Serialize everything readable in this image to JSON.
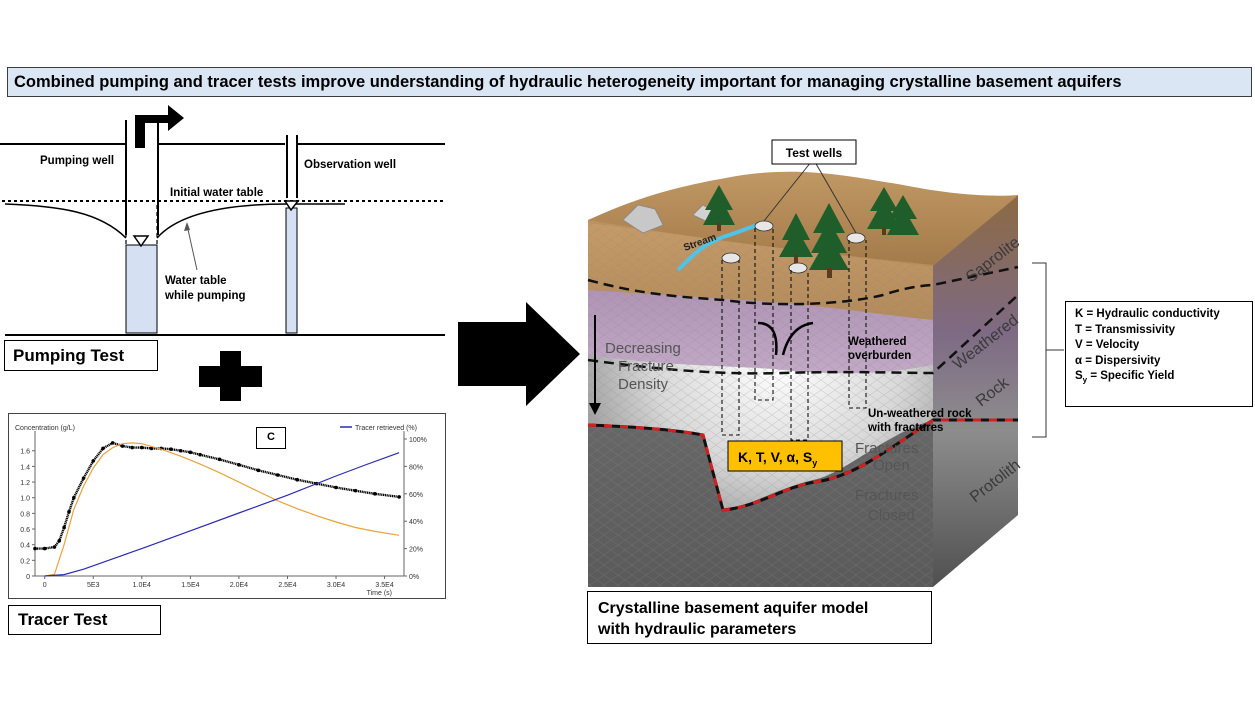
{
  "title": "Combined pumping and tracer tests improve understanding of hydraulic heterogeneity important for managing crystalline basement aquifers",
  "pumping": {
    "pumping_well": "Pumping well",
    "observation_well": "Observation well",
    "initial_water_table": "Initial water table",
    "water_table_line1": "Water table",
    "water_table_line2": "while pumping",
    "label": "Pumping Test"
  },
  "tracer": {
    "label": "Tracer Test",
    "panel_letter": "C"
  },
  "model": {
    "test_wells": "Test wells",
    "stream": "Stream",
    "saprolite": "Saprolite",
    "weathered_rock_1": "Weathered",
    "weathered_rock_2": "Rock",
    "protolith": "Protolith",
    "decreasing_1": "Decreasing",
    "decreasing_2": "Fracture",
    "decreasing_3": "Density",
    "weathered_overburden_1": "Weathered",
    "weathered_overburden_2": "overburden",
    "unweathered_1": "Un-weathered rock",
    "unweathered_2": "with fractures",
    "fractures_open_1": "Fractures",
    "fractures_open_2": "Open",
    "fractures_closed_1": "Fractures",
    "fractures_closed_2": "Closed",
    "parameters_label": "K, T, V, α, S",
    "parameters_sub": "y",
    "caption_line1": "Crystalline basement aquifer model",
    "caption_line2": "with hydraulic parameters"
  },
  "legend": {
    "items": [
      {
        "sym": "K",
        "sub": "",
        "text": " = Hydraulic conductivity"
      },
      {
        "sym": "T",
        "sub": "",
        "text": " = Transmissivity"
      },
      {
        "sym": "V",
        "sub": "",
        "text": " = Velocity"
      },
      {
        "sym": "α",
        "sub": "",
        "text": " = Dispersivity"
      },
      {
        "sym": "S",
        "sub": "y",
        "text": " = Specific Yield"
      }
    ]
  },
  "chart_data": {
    "type": "line",
    "xlabel": "Time (s)",
    "ylabel_left": "Concentration (g/L)",
    "ylabel_right": "",
    "xlim": [
      -1000,
      37000
    ],
    "ylim_left": [
      0,
      1.75
    ],
    "ylim_right": [
      0,
      100
    ],
    "x_ticks": [
      "0",
      "5E3",
      "1.0E4",
      "1.5E4",
      "2.0E4",
      "2.5E4",
      "3.0E4",
      "3.5E4"
    ],
    "x_tick_values": [
      0,
      5000,
      10000,
      15000,
      20000,
      25000,
      30000,
      35000
    ],
    "y_ticks_left": [
      "0",
      "0.2",
      "0.4",
      "0.6",
      "0.8",
      "1.0",
      "1.2",
      "1.4",
      "1.6"
    ],
    "y_tick_values_left": [
      0,
      0.2,
      0.4,
      0.6,
      0.8,
      1.0,
      1.2,
      1.4,
      1.6
    ],
    "y_ticks_right": [
      "0%",
      "20%",
      "40%",
      "60%",
      "80%",
      "100%"
    ],
    "y_tick_values_right": [
      0,
      20,
      40,
      60,
      80,
      100
    ],
    "series": [
      {
        "name": "",
        "axis": "left",
        "color": "#000000",
        "style": "markers",
        "x": [
          -1000,
          0,
          1000,
          1500,
          2000,
          2500,
          3000,
          4000,
          5000,
          6000,
          7000,
          8000,
          9000,
          10000,
          11000,
          12000,
          13000,
          14000,
          15000,
          16000,
          18000,
          20000,
          22000,
          24000,
          26000,
          28000,
          30000,
          32000,
          34000,
          36500
        ],
        "y": [
          0.35,
          0.35,
          0.37,
          0.45,
          0.62,
          0.82,
          1.0,
          1.25,
          1.47,
          1.63,
          1.7,
          1.66,
          1.64,
          1.64,
          1.63,
          1.63,
          1.62,
          1.6,
          1.58,
          1.55,
          1.49,
          1.42,
          1.35,
          1.29,
          1.23,
          1.18,
          1.13,
          1.09,
          1.05,
          1.01
        ]
      },
      {
        "name": "",
        "axis": "left",
        "color": "#e8a33c",
        "style": "line",
        "x": [
          0,
          1000,
          2000,
          3000,
          4000,
          5000,
          6000,
          7000,
          8000,
          9000,
          10000,
          12000,
          14000,
          16000,
          18000,
          20000,
          22000,
          24000,
          26000,
          28000,
          30000,
          32000,
          34000,
          36500
        ],
        "y": [
          0.0,
          0.02,
          0.4,
          0.85,
          1.15,
          1.38,
          1.55,
          1.64,
          1.69,
          1.7,
          1.69,
          1.62,
          1.53,
          1.43,
          1.32,
          1.2,
          1.08,
          0.96,
          0.86,
          0.77,
          0.69,
          0.62,
          0.57,
          0.52
        ]
      },
      {
        "name": "Tracer retrieved (%)",
        "axis": "right",
        "color": "#2b2bb0",
        "style": "line",
        "x": [
          0,
          2000,
          4000,
          6000,
          8000,
          10000,
          15000,
          20000,
          25000,
          30000,
          33000,
          36500
        ],
        "y": [
          0,
          1,
          5,
          10,
          15,
          20,
          33,
          46,
          59,
          73,
          81,
          90
        ]
      }
    ]
  }
}
